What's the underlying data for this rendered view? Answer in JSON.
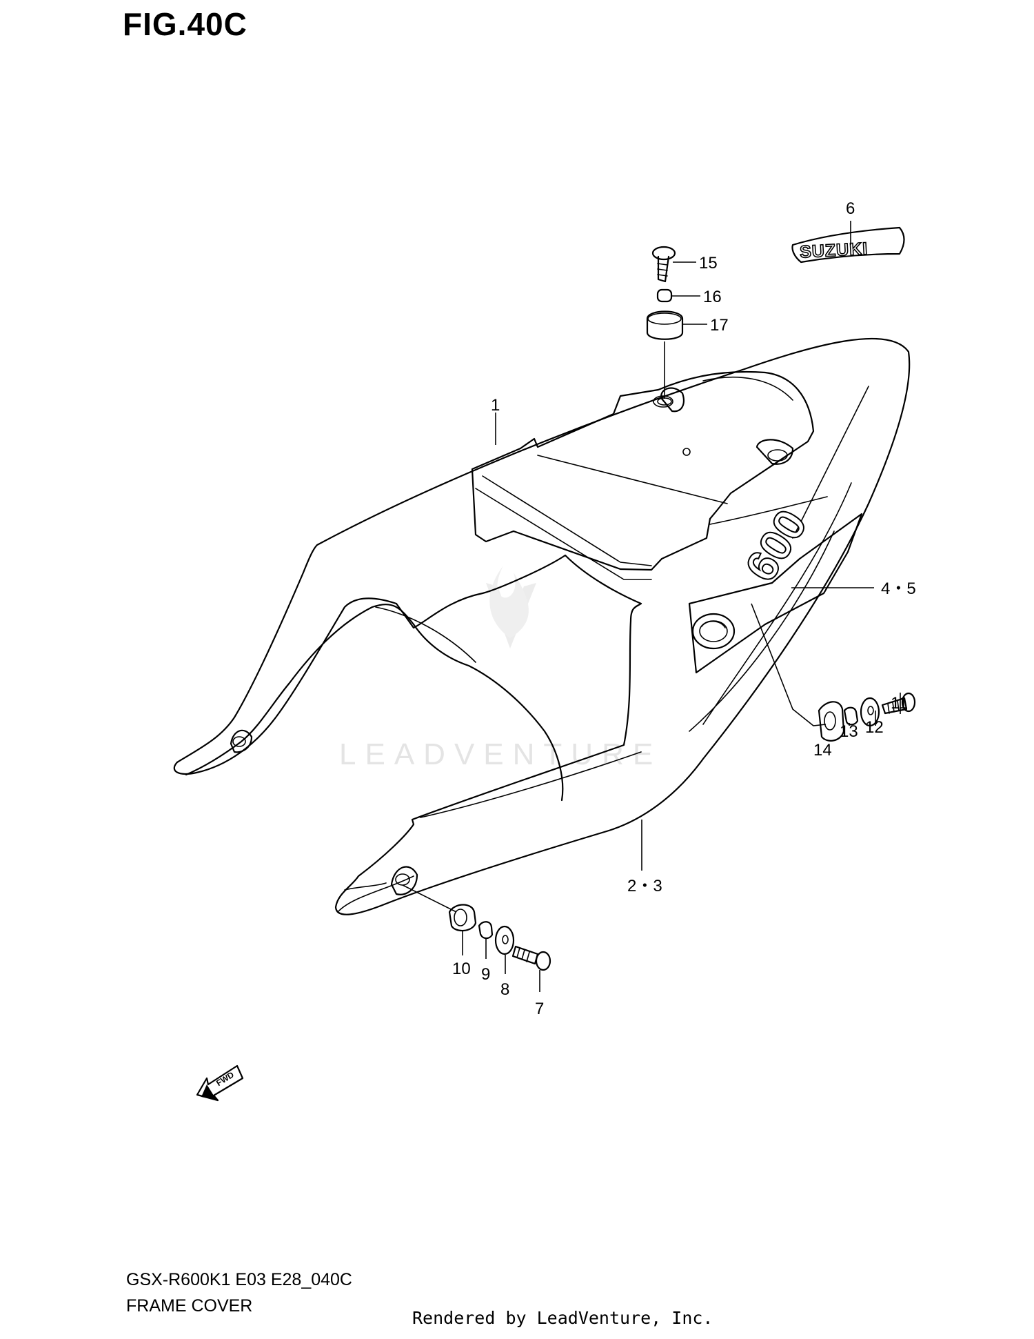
{
  "figure": {
    "title": "FIG.40C",
    "code": "GSX-R600K1 E03 E28_040C",
    "name": "FRAME COVER",
    "rendered_by": "Rendered by LeadVenture, Inc.",
    "watermark": "LEADVENTURE"
  },
  "emblems": {
    "logo": "SUZUKI",
    "model_badge": "600",
    "direction": "FWD"
  },
  "callouts": [
    {
      "id": "c1",
      "label": "1"
    },
    {
      "id": "c23",
      "label": "2・3"
    },
    {
      "id": "c45",
      "label": "4・5"
    },
    {
      "id": "c6",
      "label": "6"
    },
    {
      "id": "c7",
      "label": "7"
    },
    {
      "id": "c8",
      "label": "8"
    },
    {
      "id": "c9",
      "label": "9"
    },
    {
      "id": "c10",
      "label": "10"
    },
    {
      "id": "c11",
      "label": "11"
    },
    {
      "id": "c12",
      "label": "12"
    },
    {
      "id": "c13",
      "label": "13"
    },
    {
      "id": "c14",
      "label": "14"
    },
    {
      "id": "c15",
      "label": "15"
    },
    {
      "id": "c16",
      "label": "16"
    },
    {
      "id": "c17",
      "label": "17"
    }
  ]
}
